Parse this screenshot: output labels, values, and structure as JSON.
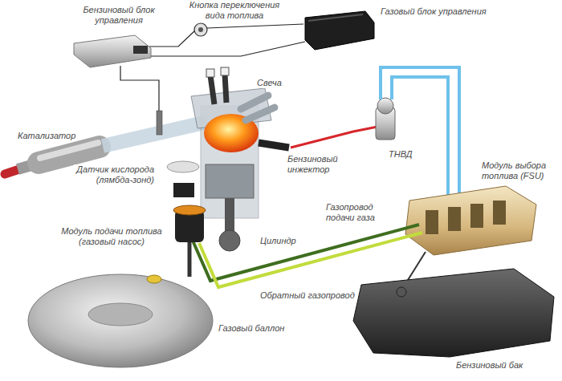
{
  "diagram": {
    "labels": [
      "Бензиновый блок управления",
      "Кнопка переключения вида топлива",
      "Газовый блок управления",
      "Свеча",
      "Датчик кислорода (лямбда-зонд)",
      "Катализатор",
      "Бензиновый инжектор",
      "ТНВД",
      "Модуль выбора топлива (FSU)",
      "Газопровод подачи газа",
      "Цилиндр",
      "Модуль подачи топлива (газовый насос)",
      "Обратный газопровод",
      "Газовый баллон",
      "Бензиновый бак"
    ]
  }
}
